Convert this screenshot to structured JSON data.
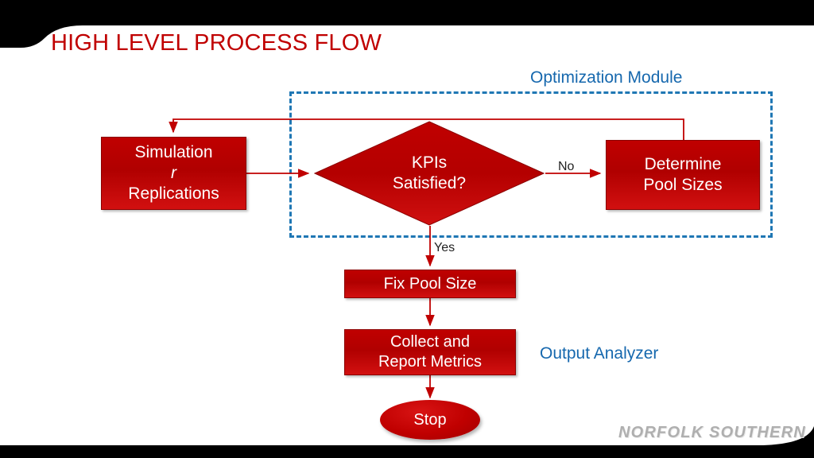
{
  "slide": {
    "title": "HIGH LEVEL PROCESS FLOW",
    "title_color": "#C00000",
    "background_color": "#FFFFFF",
    "frame_color": "#000000"
  },
  "annotations": {
    "optimization_module": "Optimization Module",
    "output_analyzer": "Output Analyzer",
    "annotation_color": "#1668AE",
    "dashed_region_color": "#1F77B4"
  },
  "flowchart": {
    "node_fill": "#C00000",
    "node_text_color": "#FFFFFF",
    "connector_color": "#C00000",
    "nodes": [
      {
        "id": "simulation",
        "shape": "process",
        "lines": [
          "Simulation",
          "r",
          "Replications"
        ],
        "italic_line_index": 1
      },
      {
        "id": "kpis-satisfied",
        "shape": "decision",
        "lines": [
          "KPIs",
          "Satisfied?"
        ]
      },
      {
        "id": "determine-pool-sizes",
        "shape": "process",
        "lines": [
          "Determine",
          "Pool Sizes"
        ]
      },
      {
        "id": "fix-pool-size",
        "shape": "process",
        "lines": [
          "Fix Pool Size"
        ]
      },
      {
        "id": "collect-report-metrics",
        "shape": "process",
        "lines": [
          "Collect and",
          "Report Metrics"
        ]
      },
      {
        "id": "stop",
        "shape": "terminator",
        "lines": [
          "Stop"
        ]
      }
    ],
    "edge_labels": {
      "no": "No",
      "yes": "Yes"
    }
  },
  "footer": {
    "logo_text": "NORFOLK  SOUTHERN",
    "logo_color": "#AFAFAF"
  }
}
